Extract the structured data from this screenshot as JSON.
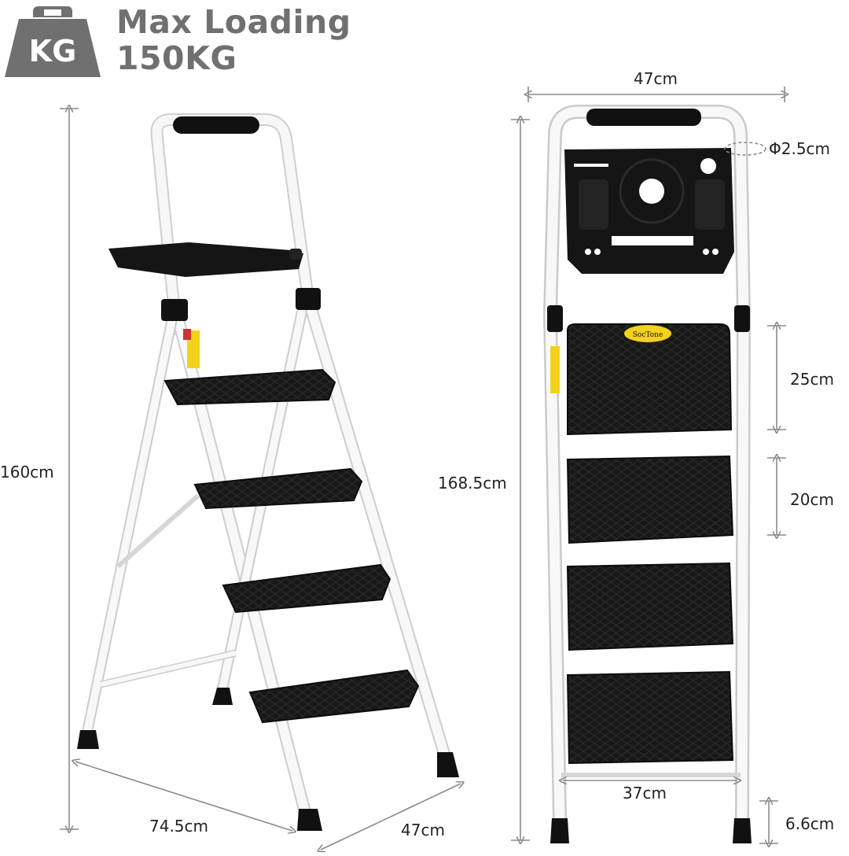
{
  "header": {
    "icon_label": "KG",
    "title_line1": "Max Loading",
    "title_line2": "150KG"
  },
  "dimensions": {
    "left_height": "160cm",
    "left_depth": "74.5cm",
    "left_width": "47cm",
    "top_width": "47cm",
    "handle_diameter": "Φ2.5cm",
    "right_height": "168.5cm",
    "step_depth": "25cm",
    "step_spacing": "20cm",
    "bottom_width": "37cm",
    "foot_height": "6.6cm"
  },
  "brand": {
    "step_logo": "SocTone"
  },
  "colors": {
    "frame": "#f4f4f4",
    "frame_edge": "#c8c8c8",
    "steps": "#151515",
    "dimension_lines": "#8a8a8a",
    "title_gray": "#707070",
    "logo_yellow": "#f2d21b"
  }
}
